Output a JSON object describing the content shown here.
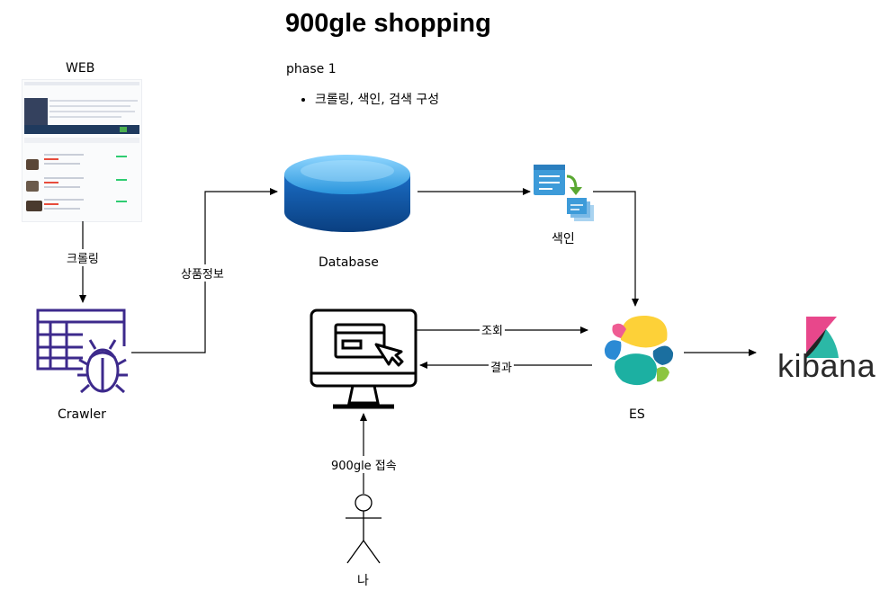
{
  "title": "900gle shopping",
  "phase": "phase 1",
  "bullets": [
    "크롤링, 색인, 검색 구성"
  ],
  "nodes": {
    "web": "WEB",
    "crawler": "Crawler",
    "database": "Database",
    "index": "색인",
    "es": "ES",
    "kibana": "kibana",
    "user": "나"
  },
  "edges": {
    "crawl": "크롤링",
    "product_info": "상품정보",
    "query": "조회",
    "result": "결과",
    "access": "900gle 접속"
  },
  "colors": {
    "crawler": "#3d2a8c",
    "db_top": "#4fb4f0",
    "db_body": "#0d54a8",
    "index_icon": "#3d9bd9",
    "index_arrow": "#5aa832",
    "es_yellow": "#fdd138",
    "es_teal": "#1cb0a2",
    "es_blue": "#2b8ad4",
    "es_pink": "#ef5c93",
    "es_navy": "#1b6fa0",
    "es_green": "#8cc540",
    "kibana_pink": "#e8478b",
    "kibana_teal": "#2bb8a6",
    "kibana_text": "#2a2a2a"
  }
}
